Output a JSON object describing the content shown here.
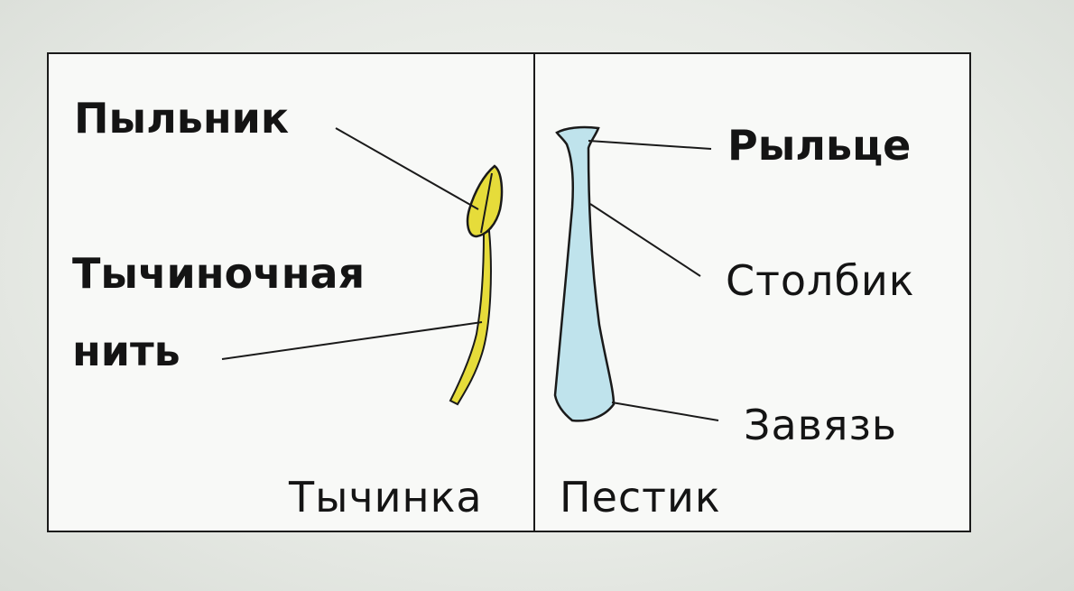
{
  "diagram": {
    "stamen": {
      "caption": "Тычинка",
      "anther_label": "Пыльник",
      "filament_label_line1": "Тычиночная",
      "filament_label_line2": "нить"
    },
    "pistil": {
      "caption": "Пестик",
      "stigma_label": "Рыльце",
      "style_label": "Столбик",
      "ovary_label": "Завязь"
    },
    "colors": {
      "stamen_fill": "#e6dc3a",
      "pistil_fill": "#bfe3ec",
      "outline": "#1a1a1a"
    }
  }
}
